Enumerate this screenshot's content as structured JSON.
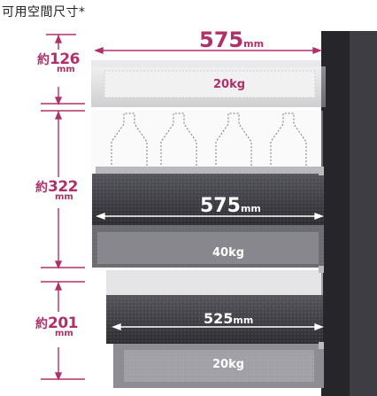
{
  "header": {
    "title": "可用空間尺寸*"
  },
  "heights": [
    {
      "prefix": "約",
      "value": "126",
      "unit": "mm"
    },
    {
      "prefix": "約",
      "value": "322",
      "unit": "mm"
    },
    {
      "prefix": "約",
      "value": "201",
      "unit": "mm"
    }
  ],
  "drawers": [
    {
      "width": "575",
      "width_unit": "mm",
      "load": "20kg"
    },
    {
      "width": "575",
      "width_unit": "mm",
      "load": "40kg"
    },
    {
      "width": "525",
      "width_unit": "mm",
      "load": "20kg"
    }
  ],
  "colors": {
    "accent": "#b0306a",
    "cabinet": "#2b2b2f",
    "drawer": "#3a3a40",
    "metal": "#c9c9cc"
  }
}
